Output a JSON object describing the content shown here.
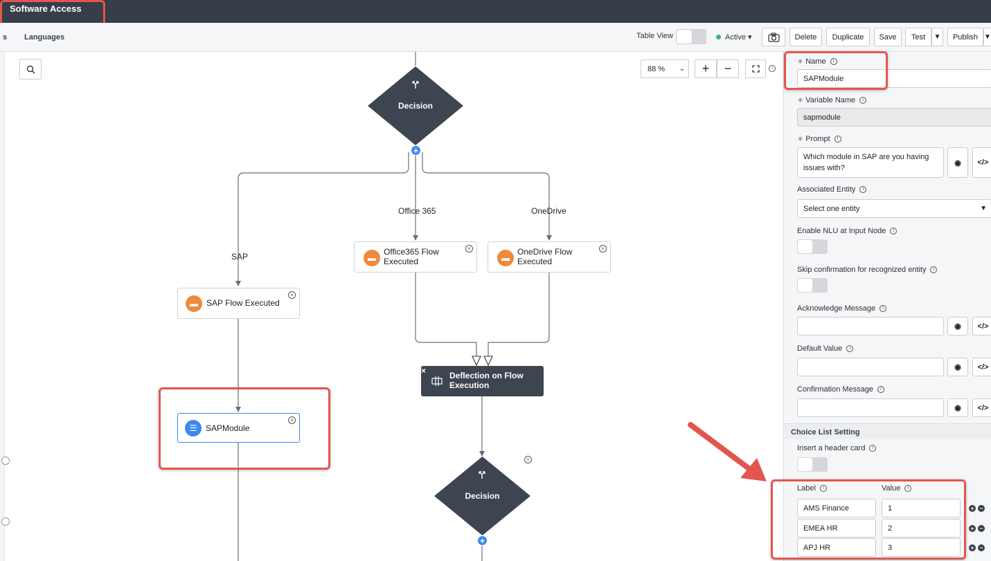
{
  "app": {
    "title": "Software Access"
  },
  "subbar": {
    "cut_tab": "s",
    "tab_languages": "Languages",
    "table_view_label": "Table View",
    "status_label": "Active",
    "buttons": {
      "delete": "Delete",
      "duplicate": "Duplicate",
      "save": "Save",
      "test": "Test",
      "publish": "Publish"
    }
  },
  "canvas": {
    "zoom": "88 %",
    "nodes": {
      "decision_top": "Decision",
      "office365_flow": "Office365 Flow Executed",
      "onedrive_flow": "OneDrive Flow Executed",
      "sap_flow": "SAP Flow Executed",
      "deflection": "Deflection on Flow Execution",
      "sapmodule": "SAPModule",
      "decision_bottom": "Decision"
    },
    "edge_labels": {
      "office365": "Office 365",
      "onedrive": "OneDrive",
      "sap": "SAP"
    }
  },
  "panel": {
    "name_label": "Name",
    "name_value": "SAPModule",
    "variable_label": "Variable Name",
    "variable_value": "sapmodule",
    "prompt_label": "Prompt",
    "prompt_value": "Which module in SAP are you having issues with?",
    "entity_label": "Associated Entity",
    "entity_value": "Select one entity",
    "nlu_label": "Enable NLU at Input Node",
    "skip_label": "Skip confirmation for recognized entity",
    "ack_label": "Acknowledge Message",
    "default_label": "Default Value",
    "confirm_label": "Confirmation Message",
    "choice_heading": "Choice List Setting",
    "header_card_label": "Insert a header card",
    "col_label": "Label",
    "col_value": "Value",
    "choices": [
      {
        "label": "AMS Finance",
        "value": "1"
      },
      {
        "label": "EMEA HR",
        "value": "2"
      },
      {
        "label": "APJ HR",
        "value": "3"
      }
    ],
    "code_glyph": "</>"
  },
  "colors": {
    "topbar": "#373e4a",
    "node_dark": "#3d4550",
    "accent_orange": "#ee8a3e",
    "accent_blue": "#3b8beb",
    "highlight_red": "#e2564e",
    "status_green": "#3bb273"
  }
}
